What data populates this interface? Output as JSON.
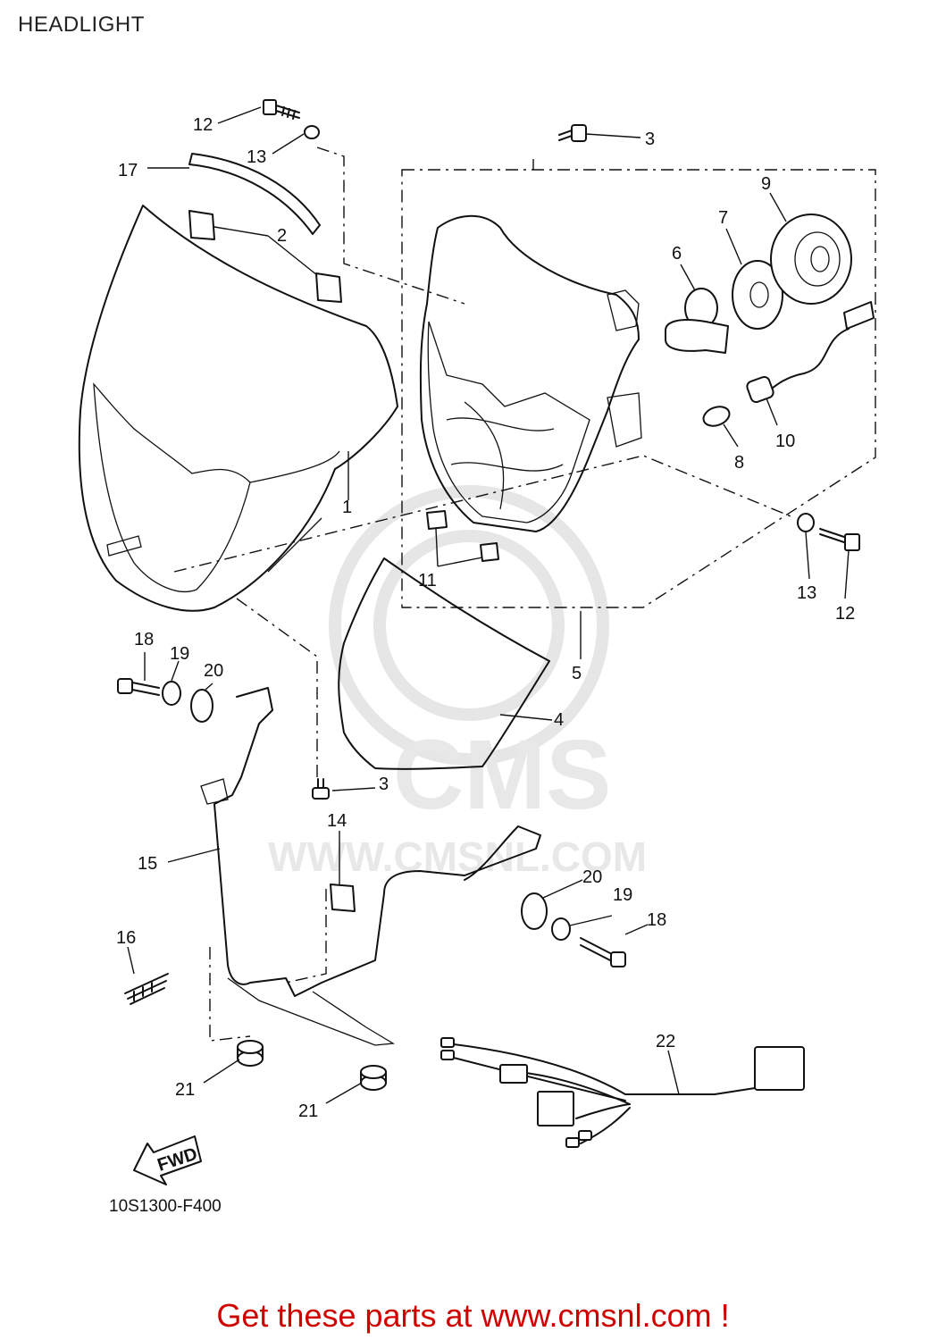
{
  "header": {
    "title": "HEADLIGHT"
  },
  "diagram": {
    "code": "10S1300-F400",
    "fwd_label": "FWD",
    "watermark": {
      "logo_text": "CMS",
      "site_text": "WWW.CMSNL.COM"
    },
    "callouts": [
      {
        "id": "c12a",
        "label": "12"
      },
      {
        "id": "c13a",
        "label": "13"
      },
      {
        "id": "c17",
        "label": "17"
      },
      {
        "id": "c2",
        "label": "2"
      },
      {
        "id": "c3a",
        "label": "3"
      },
      {
        "id": "c9",
        "label": "9"
      },
      {
        "id": "c7",
        "label": "7"
      },
      {
        "id": "c6",
        "label": "6"
      },
      {
        "id": "c1",
        "label": "1"
      },
      {
        "id": "c8",
        "label": "8"
      },
      {
        "id": "c10",
        "label": "10"
      },
      {
        "id": "c11",
        "label": "11"
      },
      {
        "id": "c13b",
        "label": "13"
      },
      {
        "id": "c12b",
        "label": "12"
      },
      {
        "id": "c5",
        "label": "5"
      },
      {
        "id": "c4",
        "label": "4"
      },
      {
        "id": "c18a",
        "label": "18"
      },
      {
        "id": "c19a",
        "label": "19"
      },
      {
        "id": "c20a",
        "label": "20"
      },
      {
        "id": "c3b",
        "label": "3"
      },
      {
        "id": "c14",
        "label": "14"
      },
      {
        "id": "c15",
        "label": "15"
      },
      {
        "id": "c20b",
        "label": "20"
      },
      {
        "id": "c19b",
        "label": "19"
      },
      {
        "id": "c18b",
        "label": "18"
      },
      {
        "id": "c16",
        "label": "16"
      },
      {
        "id": "c22",
        "label": "22"
      },
      {
        "id": "c21a",
        "label": "21"
      },
      {
        "id": "c21b",
        "label": "21"
      }
    ]
  },
  "footer": {
    "text": "Get these parts at www.cmsnl.com !"
  }
}
